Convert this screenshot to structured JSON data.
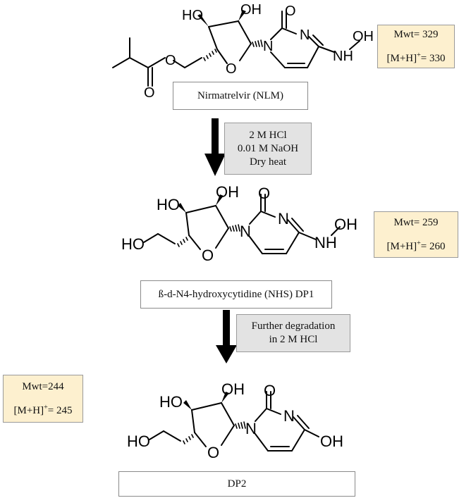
{
  "stages": [
    {
      "name": "Nirmatrelvir (NLM)",
      "mwt": "Mwt= 329",
      "mh_prefix": "[M+H]",
      "mh_sup": "+",
      "mh_value": "= 330"
    },
    {
      "name": "ß-d-N4-hydroxycytidine (NHS) DP1",
      "mwt": "Mwt= 259",
      "mh_prefix": "[M+H]",
      "mh_sup": "+",
      "mh_value": "= 260"
    },
    {
      "name": "DP2",
      "mwt": "Mwt=244",
      "mh_prefix": "[M+H]",
      "mh_sup": "+",
      "mh_value": "= 245"
    }
  ],
  "conditions": [
    {
      "lines": [
        "2 M HCl",
        "0.01 M NaOH",
        "Dry heat"
      ]
    },
    {
      "lines": [
        "Further degradation",
        "in 2 M HCl"
      ]
    }
  ],
  "atoms": {
    "oh": "OH",
    "ho": "HO",
    "o": "O",
    "n": "N",
    "nh": "NH"
  }
}
